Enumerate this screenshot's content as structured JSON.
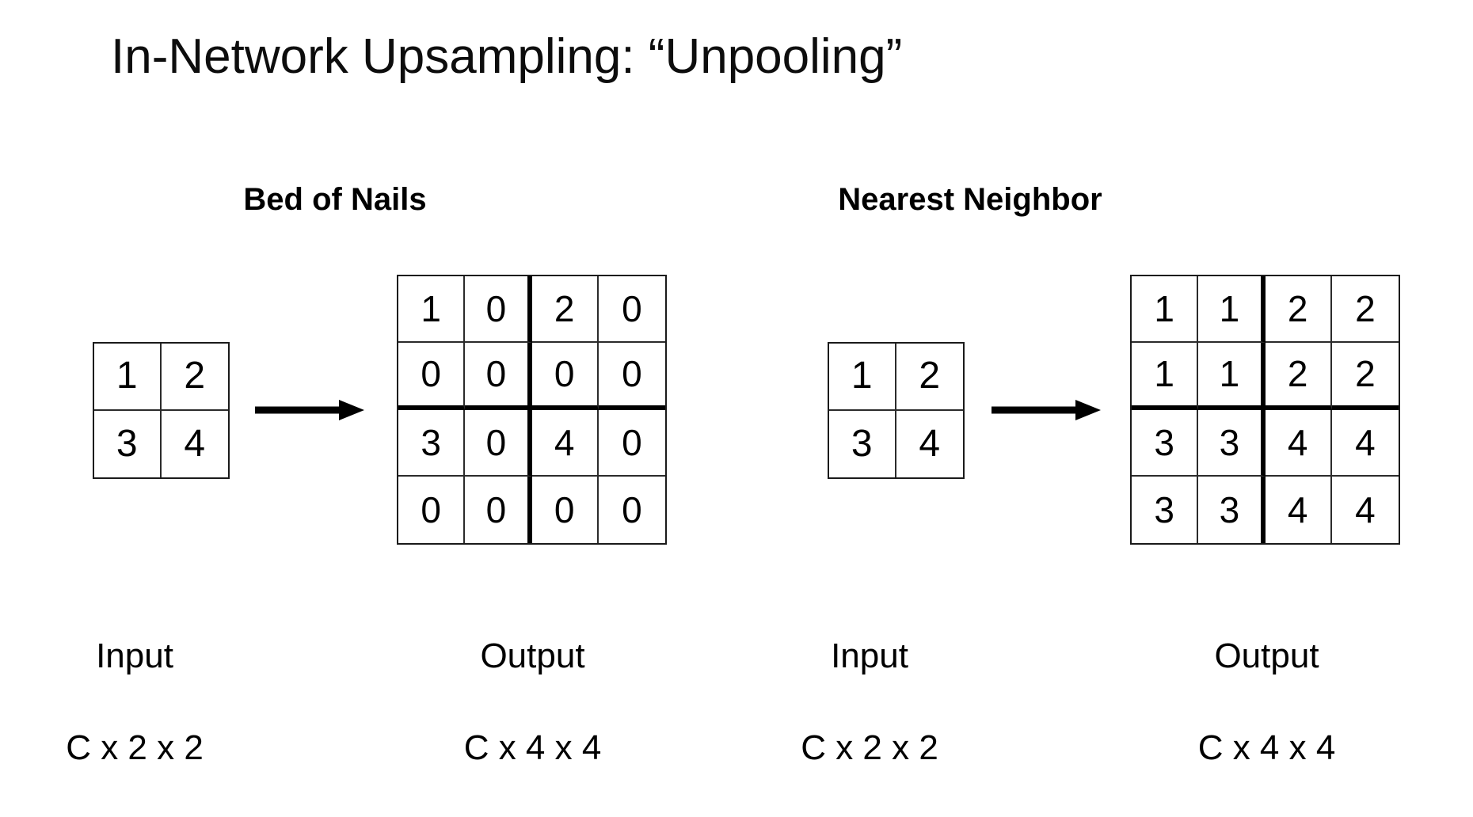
{
  "slide": {
    "title": "In-Network Upsampling: “Unpooling”",
    "background_color": "#ffffff",
    "ink_color": "#000000"
  },
  "panels": [
    {
      "id": "bed-of-nails",
      "heading": "Bed of Nails",
      "input": {
        "caption_name": "Input",
        "caption_shape": "C x 2 x 2",
        "rows": 2,
        "cols": 2,
        "values": [
          [
            "1",
            "2"
          ],
          [
            "3",
            "4"
          ]
        ]
      },
      "arrow": {
        "name": "right-arrow-icon",
        "direction": "right"
      },
      "output": {
        "caption_name": "Output",
        "caption_shape": "C x 4 x 4",
        "rows": 4,
        "cols": 4,
        "values": [
          [
            "1",
            "0",
            "2",
            "0"
          ],
          [
            "0",
            "0",
            "0",
            "0"
          ],
          [
            "3",
            "0",
            "4",
            "0"
          ],
          [
            "0",
            "0",
            "0",
            "0"
          ]
        ]
      }
    },
    {
      "id": "nearest-neighbor",
      "heading": "Nearest Neighbor",
      "input": {
        "caption_name": "Input",
        "caption_shape": "C x 2 x 2",
        "rows": 2,
        "cols": 2,
        "values": [
          [
            "1",
            "2"
          ],
          [
            "3",
            "4"
          ]
        ]
      },
      "arrow": {
        "name": "right-arrow-icon",
        "direction": "right"
      },
      "output": {
        "caption_name": "Output",
        "caption_shape": "C x 4 x 4",
        "rows": 4,
        "cols": 4,
        "values": [
          [
            "1",
            "1",
            "2",
            "2"
          ],
          [
            "1",
            "1",
            "2",
            "2"
          ],
          [
            "3",
            "3",
            "4",
            "4"
          ],
          [
            "3",
            "3",
            "4",
            "4"
          ]
        ]
      }
    }
  ]
}
